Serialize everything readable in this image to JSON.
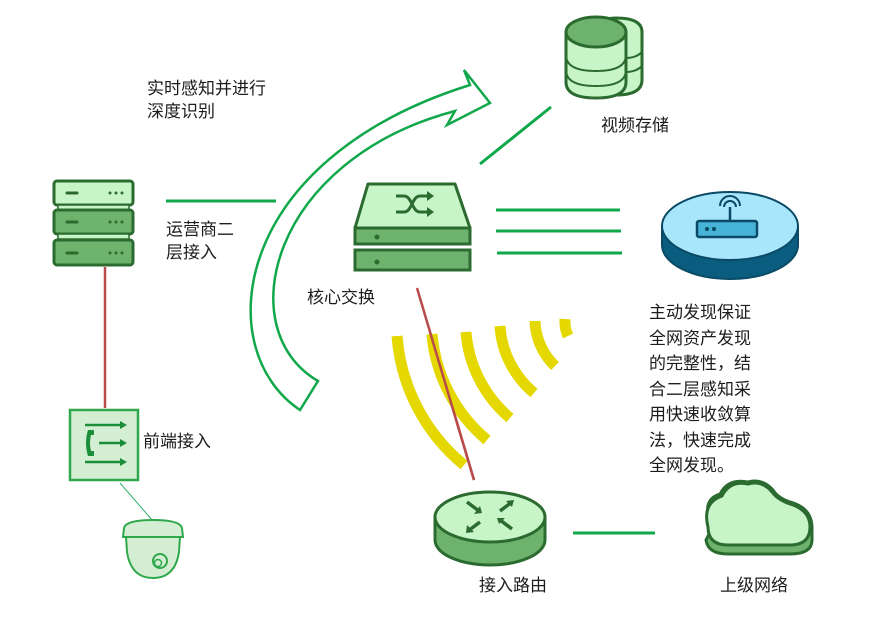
{
  "nodes": {
    "carrier_l2": {
      "label": "运营商二\n层接入"
    },
    "front_end": {
      "label": "前端接入"
    },
    "core_switch": {
      "label": "核心交换"
    },
    "video_storage": {
      "label": "视频存储"
    },
    "wireless_ap": {
      "label": ""
    },
    "access_router": {
      "label": "接入路由"
    },
    "upper_network": {
      "label": "上级网络"
    }
  },
  "annotations": {
    "arrow_note": "实时感知并进行\n深度识别",
    "discovery_note": "主动发现保证\n全网资产发现\n的完整性，结\n合二层感知采\n用快速收敛算\n法，快速完成\n全网发现。"
  },
  "colors": {
    "link_green": "#10a84a",
    "link_red": "#b94a4a",
    "icon_dark_green": "#2b6b30",
    "icon_mid_green": "#6db36d",
    "icon_light_green": "#c8f5c8",
    "wifi_yellow": "#e4d800",
    "ap_dark_blue": "#0a5d7e",
    "ap_light_blue": "#a8e6fb"
  }
}
